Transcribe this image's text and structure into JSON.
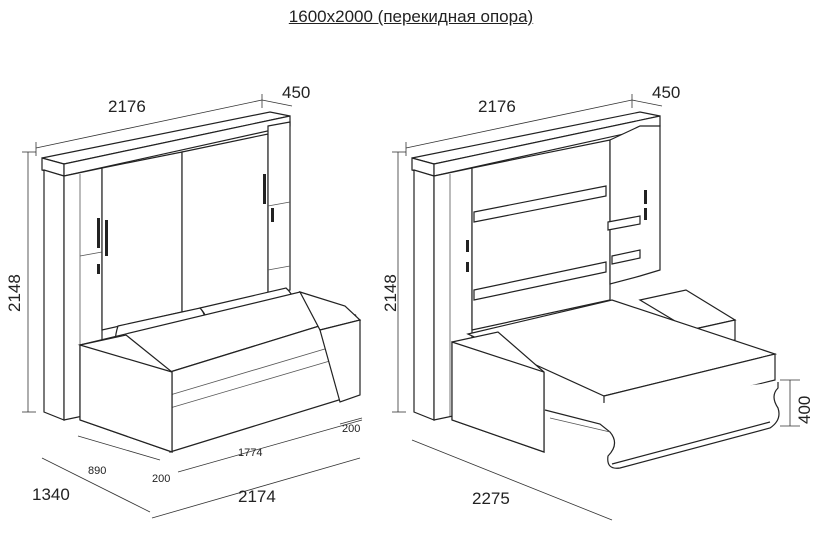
{
  "title": "1600x2000 (перекидная опора)",
  "left": {
    "width": "2176",
    "depth": "450",
    "height": "2148",
    "sofa_depth": "1340",
    "seat_depth": "890",
    "offset_front": "200",
    "offset_side": "200",
    "sofa_length": "1774",
    "total_length": "2174"
  },
  "right": {
    "width": "2176",
    "depth": "450",
    "height": "2148",
    "bed_height": "400",
    "total_length": "2275"
  }
}
